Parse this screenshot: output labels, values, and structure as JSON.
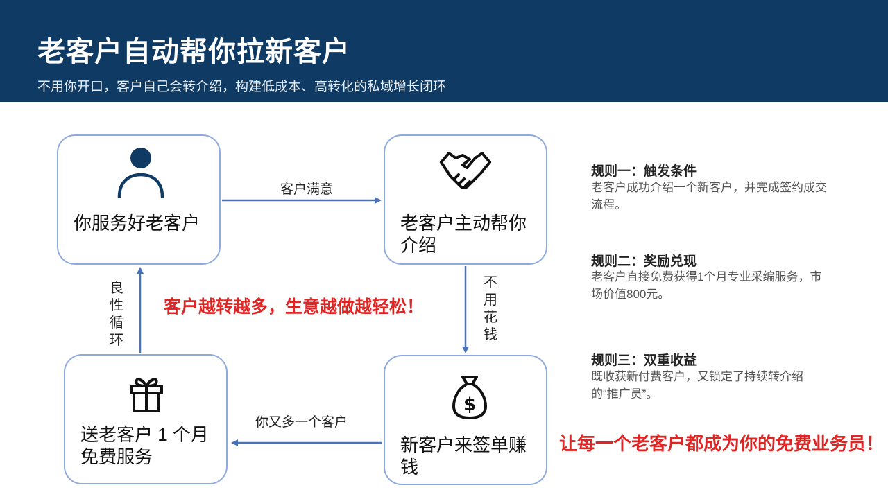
{
  "header": {
    "title": "老客户自动帮你拉新客户",
    "subtitle": "不用你开口，客户自己会转介绍，构建低成本、高转化的私域增长闭环"
  },
  "diagram": {
    "nodes": [
      {
        "id": "serve",
        "label": "你服务好老客户",
        "icon": "person-icon"
      },
      {
        "id": "refer",
        "label": "老客户主动帮你介绍",
        "icon": "handshake-icon"
      },
      {
        "id": "gift",
        "label": "送老客户 1 个月免费服务",
        "icon": "gift-icon"
      },
      {
        "id": "earn",
        "label": "新客户来签单赚钱",
        "icon": "money-bag-icon"
      }
    ],
    "edges": {
      "serve_to_refer": "客户满意",
      "refer_to_earn": "不用花钱",
      "earn_to_gift": "你又多一个客户",
      "gift_to_serve": "良性循环"
    },
    "center_slogan": "客户越转越多，生意越做越轻松！"
  },
  "rules": [
    {
      "title": "规则一：触发条件",
      "desc": "老客户成功介绍一个新客户，并完成签约成交流程。"
    },
    {
      "title": "规则二：奖励兑现",
      "desc": "老客户直接免费获得1个月专业采编服务，市场价值800元。"
    },
    {
      "title": "规则三：双重收益",
      "desc": "既收获新付费客户，又锁定了持续转介绍的“推广员”。"
    }
  ],
  "bottom_slogan": "让每一个老客户都成为你的免费业务员！",
  "colors": {
    "header_bg": "#0f3a63",
    "box_border": "#8faadc",
    "arrow": "#4a72b8",
    "icon": "#0f3a63",
    "highlight_red": "#e02525"
  }
}
